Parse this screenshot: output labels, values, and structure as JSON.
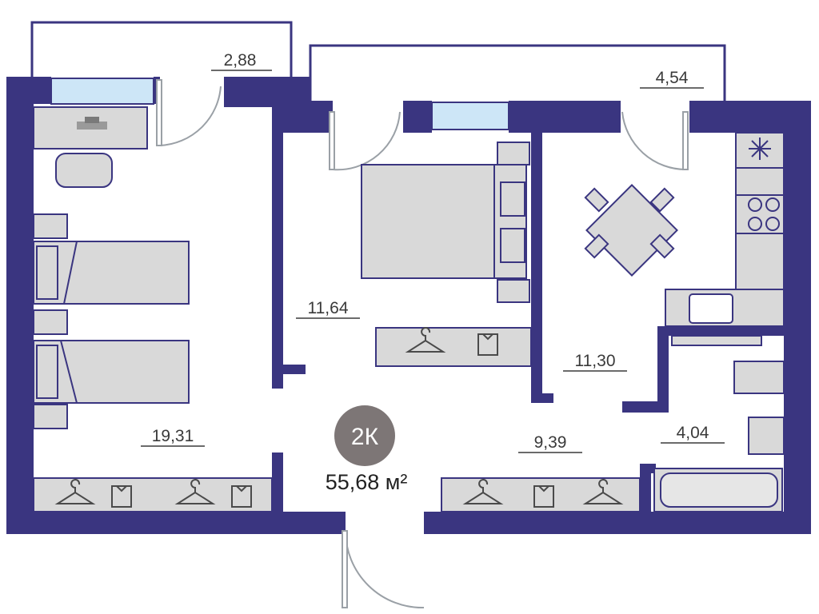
{
  "plan": {
    "badge": "2К",
    "total_area": "55,68 м²",
    "rooms": {
      "balcony_left": "2,88",
      "balcony_right": "4,54",
      "bedroom_left": "19,31",
      "bedroom_middle": "11,64",
      "kitchen": "11,30",
      "hall": "9,39",
      "bathroom": "4,04"
    },
    "colors": {
      "wall": "#3a3580",
      "furniture_fill": "#d9d9d9",
      "furniture_stroke": "#3a3580",
      "window": "#cde6f7",
      "badge": "#7d7676"
    }
  }
}
